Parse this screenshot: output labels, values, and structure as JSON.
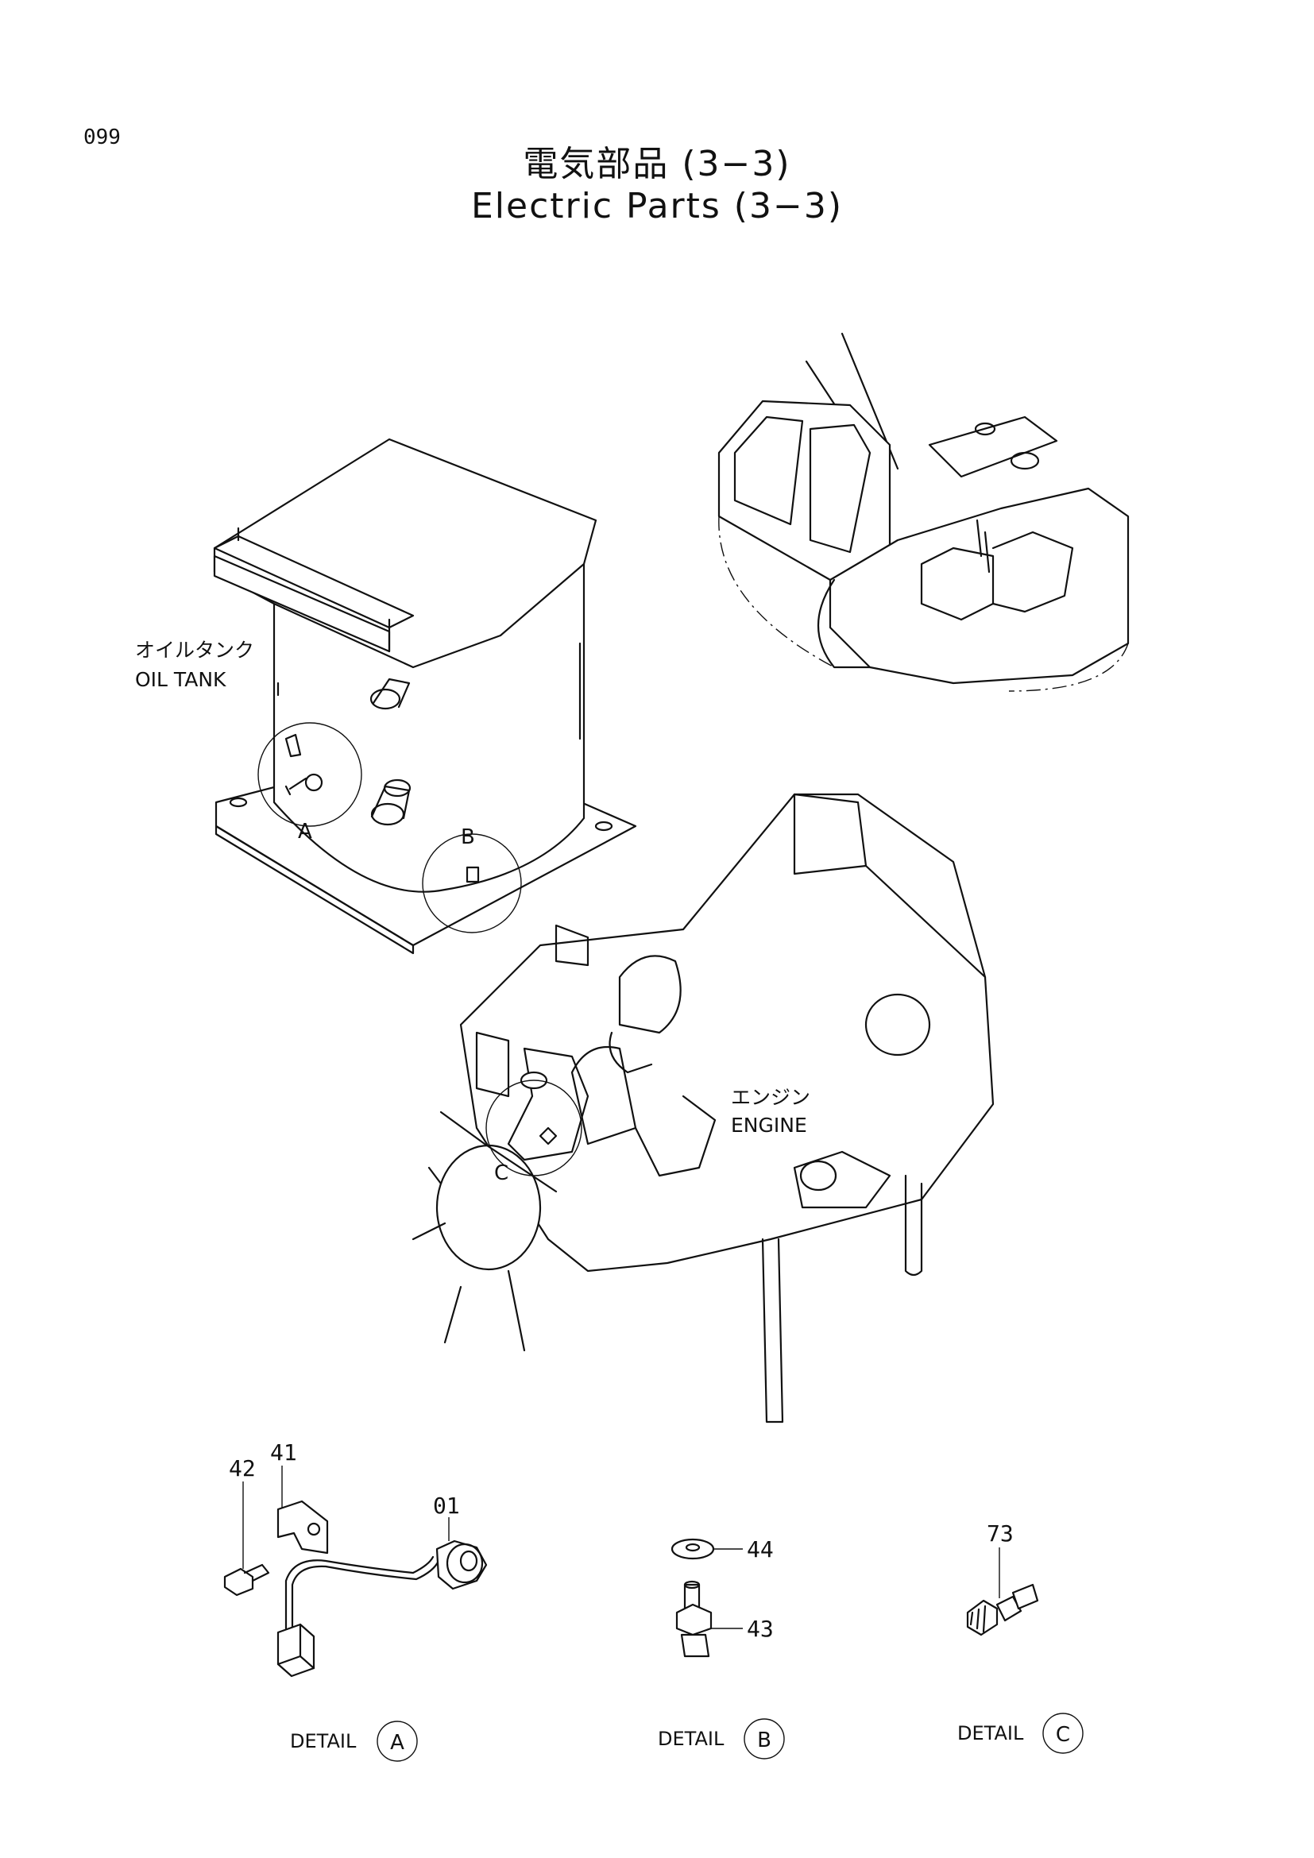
{
  "page_number": "099",
  "title_ja": "電気部品 (3−3)",
  "title_en": "Electric Parts (3−3)",
  "labels": {
    "oil_tank_ja": "オイルタンク",
    "oil_tank_en": "OIL  TANK",
    "engine_ja": "エンジン",
    "engine_en": "ENGINE"
  },
  "detail_markers": {
    "a": "A",
    "b": "B",
    "c": "C"
  },
  "callouts": {
    "p01": "01",
    "p41": "41",
    "p42": "42",
    "p43": "43",
    "p44": "44",
    "p73": "73"
  },
  "details": {
    "detail_text": "DETAIL",
    "a": "A",
    "b": "B",
    "c": "C"
  }
}
